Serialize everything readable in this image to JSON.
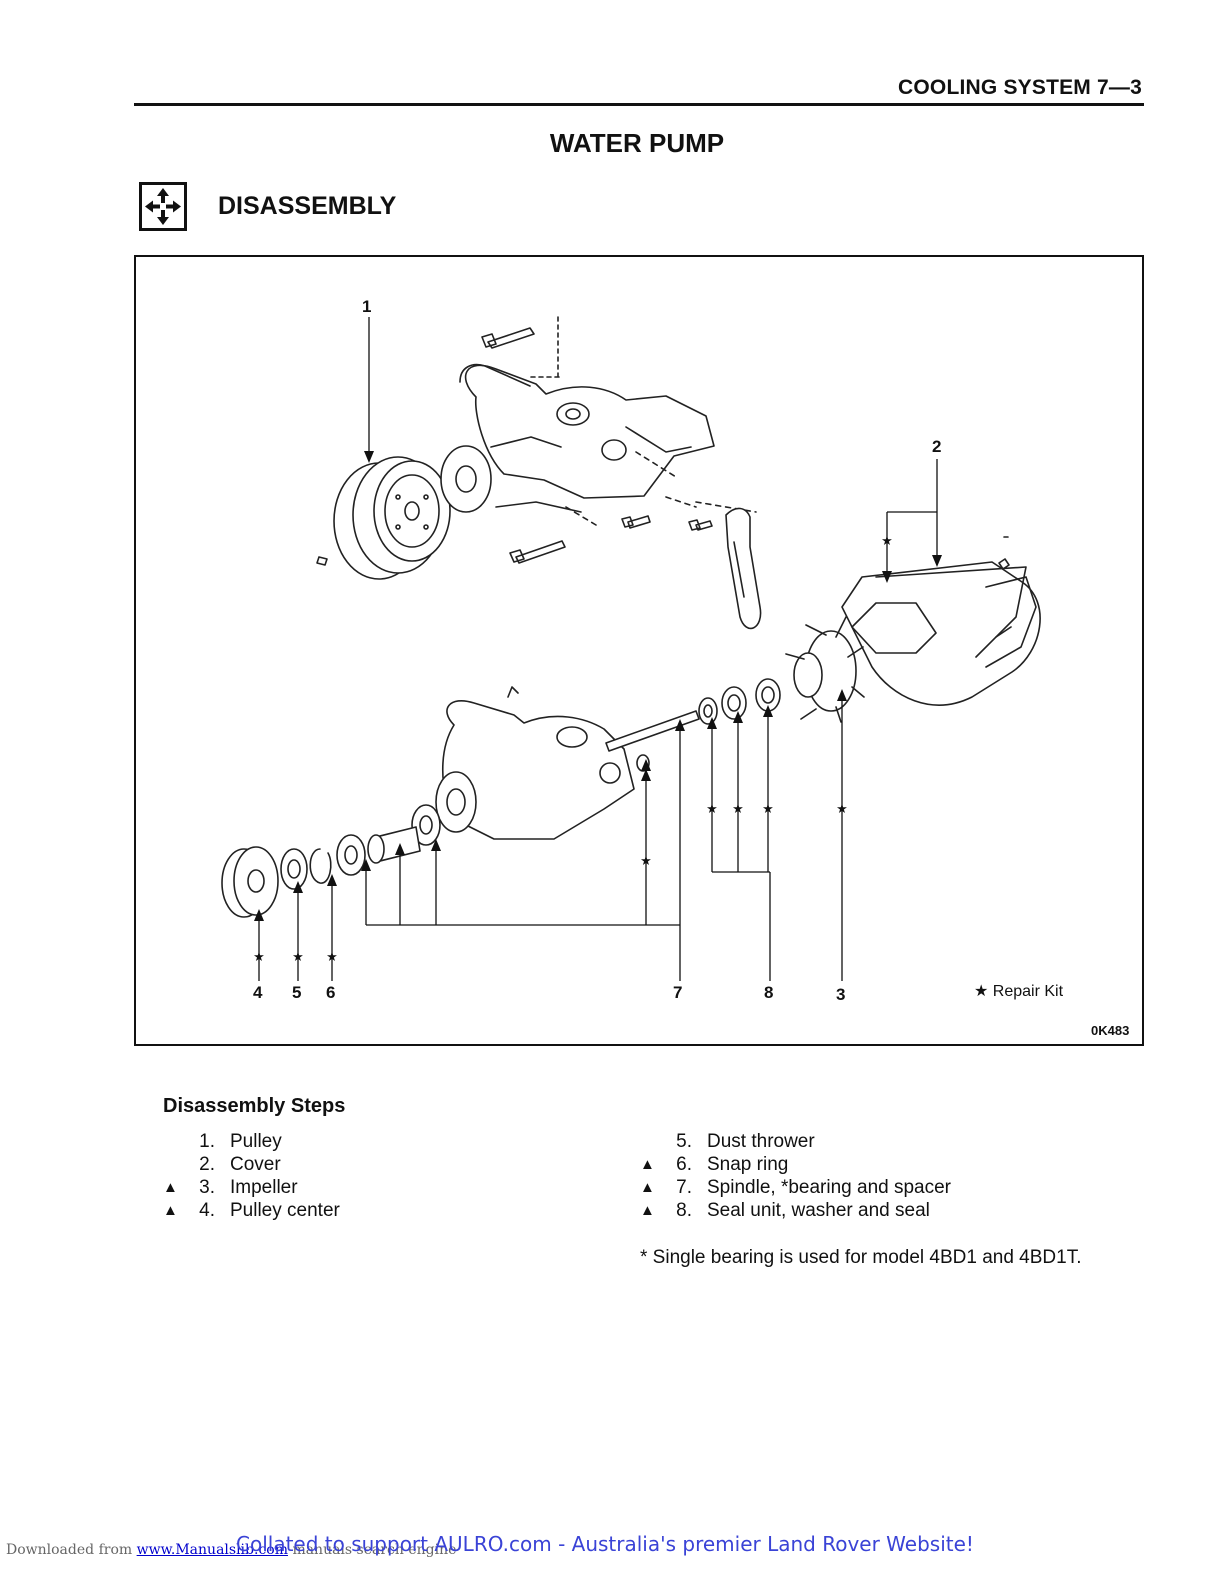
{
  "header": {
    "running_head": "COOLING SYSTEM 7—3"
  },
  "page_title": "WATER PUMP",
  "section": {
    "icon": "disassembly-arrows-icon",
    "title": "DISASSEMBLY"
  },
  "figure": {
    "callouts": {
      "c1": "1",
      "c2": "2",
      "c3": "3",
      "c4": "4",
      "c5": "5",
      "c6": "6",
      "c7": "7",
      "c8": "8"
    },
    "legend": "★ Repair Kit",
    "figure_id": "0K483"
  },
  "steps": {
    "heading": "Disassembly Steps",
    "left": [
      {
        "mark": "",
        "num": "1.",
        "text": "Pulley"
      },
      {
        "mark": "",
        "num": "2.",
        "text": "Cover"
      },
      {
        "mark": "▲",
        "num": "3.",
        "text": "Impeller"
      },
      {
        "mark": "▲",
        "num": "4.",
        "text": "Pulley center"
      }
    ],
    "right": [
      {
        "mark": "",
        "num": "5.",
        "text": "Dust thrower"
      },
      {
        "mark": "▲",
        "num": "6.",
        "text": "Snap ring"
      },
      {
        "mark": "▲",
        "num": "7.",
        "text": "Spindle, *bearing and spacer"
      },
      {
        "mark": "▲",
        "num": "8.",
        "text": "Seal unit, washer and seal"
      }
    ],
    "note": "*  Single bearing is used for model 4BD1 and 4BD1T."
  },
  "footer": {
    "downloaded_prefix": "Downloaded from",
    "site_link": "www.Manualslib.com",
    "site_suffix": "manuals search engine",
    "banner": "Collated to support AULRO.com - Australia's premier Land Rover Website!"
  }
}
